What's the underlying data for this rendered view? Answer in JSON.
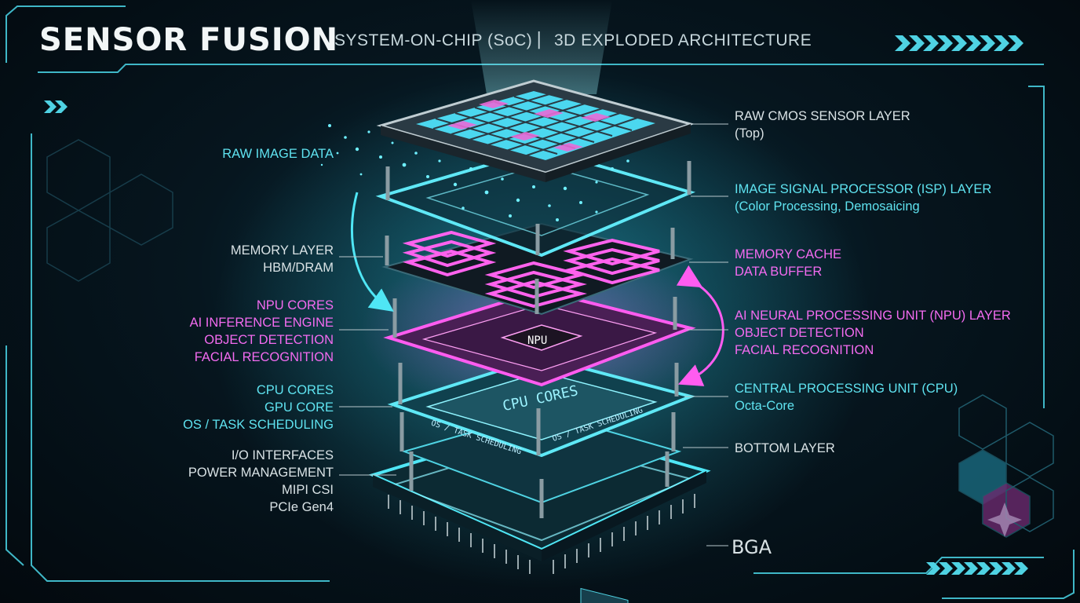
{
  "header": {
    "title": "SENSOR FUSION",
    "subtitle_left": "SYSTEM-ON-CHIP (SoC)",
    "separator": "|",
    "subtitle_right": "3D EXPLODED ARCHITECTURE"
  },
  "left_labels": {
    "raw_image_data": "RAW IMAGE DATA",
    "memory_layer": [
      "MEMORY LAYER",
      "HBM/DRAM"
    ],
    "npu_cores": [
      "NPU CORES",
      "AI INFERENCE ENGINE",
      "OBJECT DETECTION",
      "FACIAL RECOGNITION"
    ],
    "cpu_cores": [
      "CPU CORES",
      "GPU CORE",
      "OS / TASK SCHEDULING"
    ],
    "io": [
      "I/O INTERFACES",
      "POWER MANAGEMENT",
      "MIPI CSI",
      "PCIe Gen4"
    ]
  },
  "right_labels": {
    "sensor": [
      "RAW CMOS SENSOR LAYER",
      "(Top)"
    ],
    "isp": [
      "IMAGE SIGNAL PROCESSOR (ISP) LAYER",
      "(Color Processing, Demosaicing"
    ],
    "memory_cache": [
      "MEMORY CACHE",
      "DATA BUFFER"
    ],
    "npu": [
      "AI NEURAL PROCESSING UNIT (NPU) LAYER",
      "OBJECT DETECTION",
      "FACIAL RECOGNITION"
    ],
    "cpu": [
      "CENTRAL PROCESSING UNIT (CPU)",
      "Octa-Core"
    ],
    "bottom": "BOTTOM LAYER",
    "bga": "BGA"
  },
  "chip_text": {
    "npu_chip": "NPU",
    "cpu_cores": "CPU CORES",
    "os_left": "OS / TASK SCHEDULING",
    "os_right": "OS / TASK SCHEDULING"
  },
  "colors": {
    "cyan": "#5fe3f0",
    "magenta": "#f36bf0",
    "frame": "#3fb7c7",
    "background": "#06161f"
  }
}
